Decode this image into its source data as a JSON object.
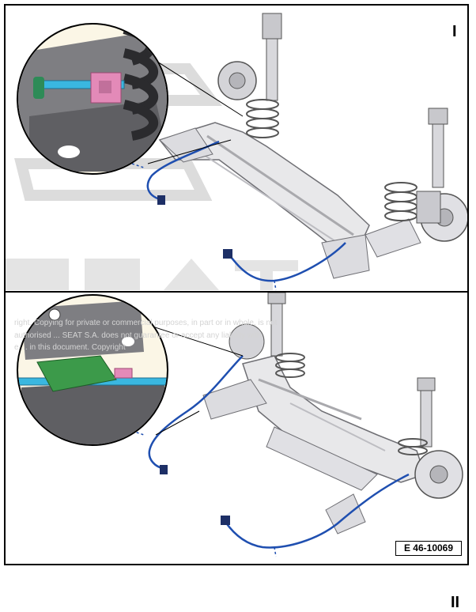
{
  "panels": [
    {
      "label": "I"
    },
    {
      "label": "II"
    }
  ],
  "watermark": {
    "brand": "SEAT",
    "lines": [
      "right. Copying for private or commercial purposes, in part or in whole, is not",
      "authorised ... SEAT S.A. does not guarantee or accept any liability with",
      "e ... in this document. Copyright"
    ]
  },
  "figure_ref": "E 46-10069",
  "colors": {
    "cable": "#1f4fb0",
    "cable_highlight": "#3ab7e0",
    "clip_top": "#e38ab8",
    "clip_bottom": "#3c9a4a",
    "grommet": "#2e8b57",
    "axle": "#e4e4e6",
    "axle_shade": "#a9a9ad",
    "watermark": "#d4d4d4"
  }
}
